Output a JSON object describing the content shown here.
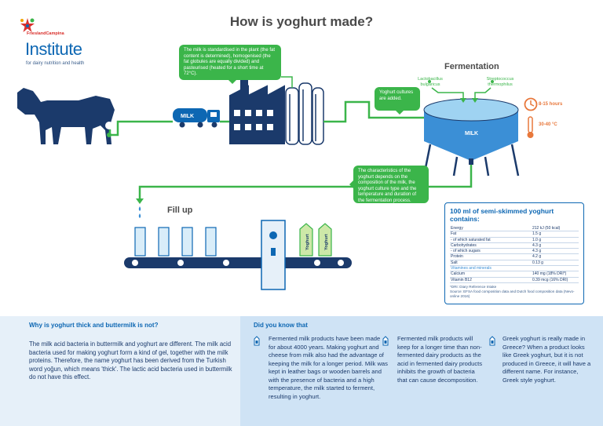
{
  "title": "How is yoghurt made?",
  "logo": {
    "brand": "FrieslandCampina",
    "main": "Institute",
    "tagline": "for dairy nutrition and health"
  },
  "process": {
    "milk_bubble": "The milk is standardised in the plant (the fat content is determined), homogenised (the fat globules are equally divided) and pasteurised (heated for a short time at 72°C).",
    "truck_label": "MILK",
    "fermentation_title": "Fermentation",
    "lactobacillus": "Lactobacillus bulgaricus",
    "streptococcus": "Streptococcus thermophilus",
    "cultures_bubble": "Yoghurt cultures are added.",
    "tank_label": "MILK",
    "time": "8-15 hours",
    "temperature": "30-40 °C",
    "characteristics_bubble": "The characteristics of the yoghurt depends on the composition of the milk, the yoghurt culture type and the temperature and duration of the fermentation process.",
    "fill_title": "Fill up",
    "carton_label": "Yoghurt"
  },
  "nutrition": {
    "title": "100 ml of semi-skimmed yoghurt contains:",
    "rows": [
      {
        "name": "Energy",
        "value": "212 kJ (50 kcal)"
      },
      {
        "name": "Fat",
        "value": "1.5 g"
      },
      {
        "name": "- of which saturated fat",
        "value": "1.0 g"
      },
      {
        "name": "Carbohydrates",
        "value": "4.3 g"
      },
      {
        "name": "- of which sugars",
        "value": "4.3 g"
      },
      {
        "name": "Protein",
        "value": "4.2 g"
      },
      {
        "name": "Salt",
        "value": "0.13 g"
      }
    ],
    "section": "Vitamines and minerals",
    "minerals": [
      {
        "name": "Calcium",
        "value": "140 mg (18% DRI*)"
      },
      {
        "name": "Vitamin B12",
        "value": "0.39 mcg (16% DRI)"
      }
    ],
    "footnote_1": "*DRI: Diary Reference Intake",
    "footnote_2": "Source: EFSA food composition data and Dutch food composition data (Nevo-online 2016)"
  },
  "bottom": {
    "left_heading": "Why is yoghurt thick and buttermilk is not?",
    "left_text": "The milk acid bacteria in buttermilk and yoghurt are different. The milk acid bacteria used for  making yoghurt form a kind of gel, together with the milk proteins. Therefore, the name yoghurt has been derived from the Turkish word yoğun, which means 'thick'. The lactic acid bacteria used in buttermilk do not have this effect.",
    "right_heading": "Did you know that",
    "facts": [
      "Fermented milk products have been made for about 4000 years. Making yoghurt and cheese from milk also had the advantage of keeping the milk for a longer period. Milk was kept in leather bags or wooden barrels and with the presence of bacteria and a high temperature, the milk started to ferment, resulting in yoghurt.",
      "Fermented milk products will keep for a longer time than non-fermented dairy products as the acid in fermented dairy products inhibits the growth of bacteria that can cause decomposition.",
      "Greek yoghurt is really made in Greece? When a product looks like Greek yoghurt, but it is not produced in Greece, it will have a different name. For instance, Greek style yoghurt."
    ]
  },
  "colors": {
    "navy": "#1b3a6b",
    "blue": "#0d67b3",
    "green": "#3bb54a",
    "orange": "#e8783c",
    "light_blue": "#cfe3f5"
  }
}
